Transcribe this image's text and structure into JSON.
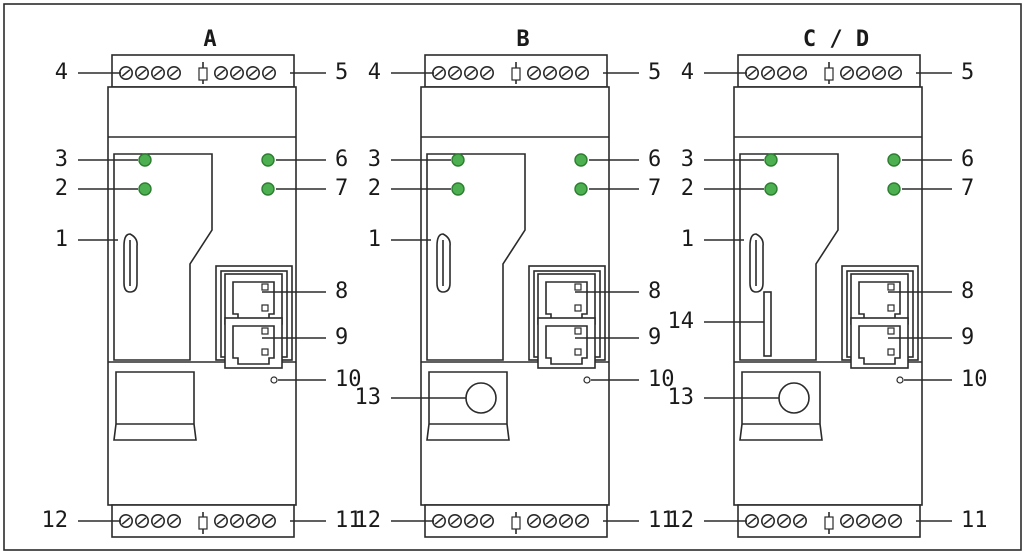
{
  "diagram": {
    "colors": {
      "stroke": "#2b2b2b",
      "fill": "#ffffff",
      "led": "#4caf50",
      "led_border": "#2e7d32"
    },
    "variants": [
      {
        "title": "A",
        "callouts": [
          "1",
          "2",
          "3",
          "4",
          "5",
          "6",
          "7",
          "8",
          "9",
          "10",
          "11",
          "12"
        ],
        "has_button": false,
        "has_slot_14": false
      },
      {
        "title": "B",
        "callouts": [
          "1",
          "2",
          "3",
          "4",
          "5",
          "6",
          "7",
          "8",
          "9",
          "10",
          "11",
          "12",
          "13"
        ],
        "has_button": true,
        "has_slot_14": false
      },
      {
        "title": "C / D",
        "callouts": [
          "1",
          "2",
          "3",
          "4",
          "5",
          "6",
          "7",
          "8",
          "9",
          "10",
          "11",
          "12",
          "13",
          "14"
        ],
        "has_button": true,
        "has_slot_14": true
      }
    ]
  }
}
